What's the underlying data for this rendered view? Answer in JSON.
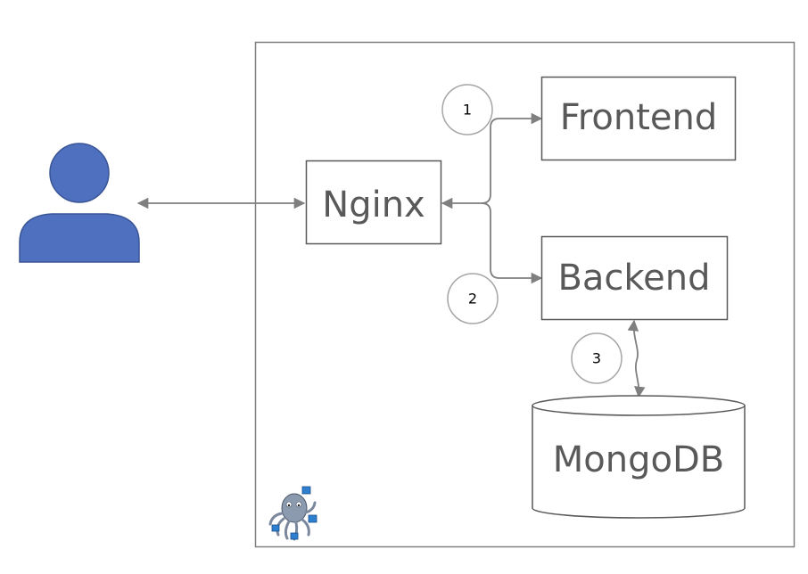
{
  "nodes": {
    "nginx": "Nginx",
    "frontend": "Frontend",
    "backend": "Backend",
    "database": "MongoDB"
  },
  "steps": {
    "one": "1",
    "two": "2",
    "three": "3"
  },
  "icons": {
    "user": "user-icon",
    "logo": "octopus-logo-icon"
  },
  "colors": {
    "user_fill": "#4f6fbf",
    "user_stroke": "#3a5696",
    "box_stroke": "#595959",
    "arrow": "#7f7f7f",
    "container_stroke": "#808080",
    "step_circle": "#a6a6a6",
    "logo_body": "#8c9ab0",
    "logo_cube": "#2e7fd0"
  }
}
